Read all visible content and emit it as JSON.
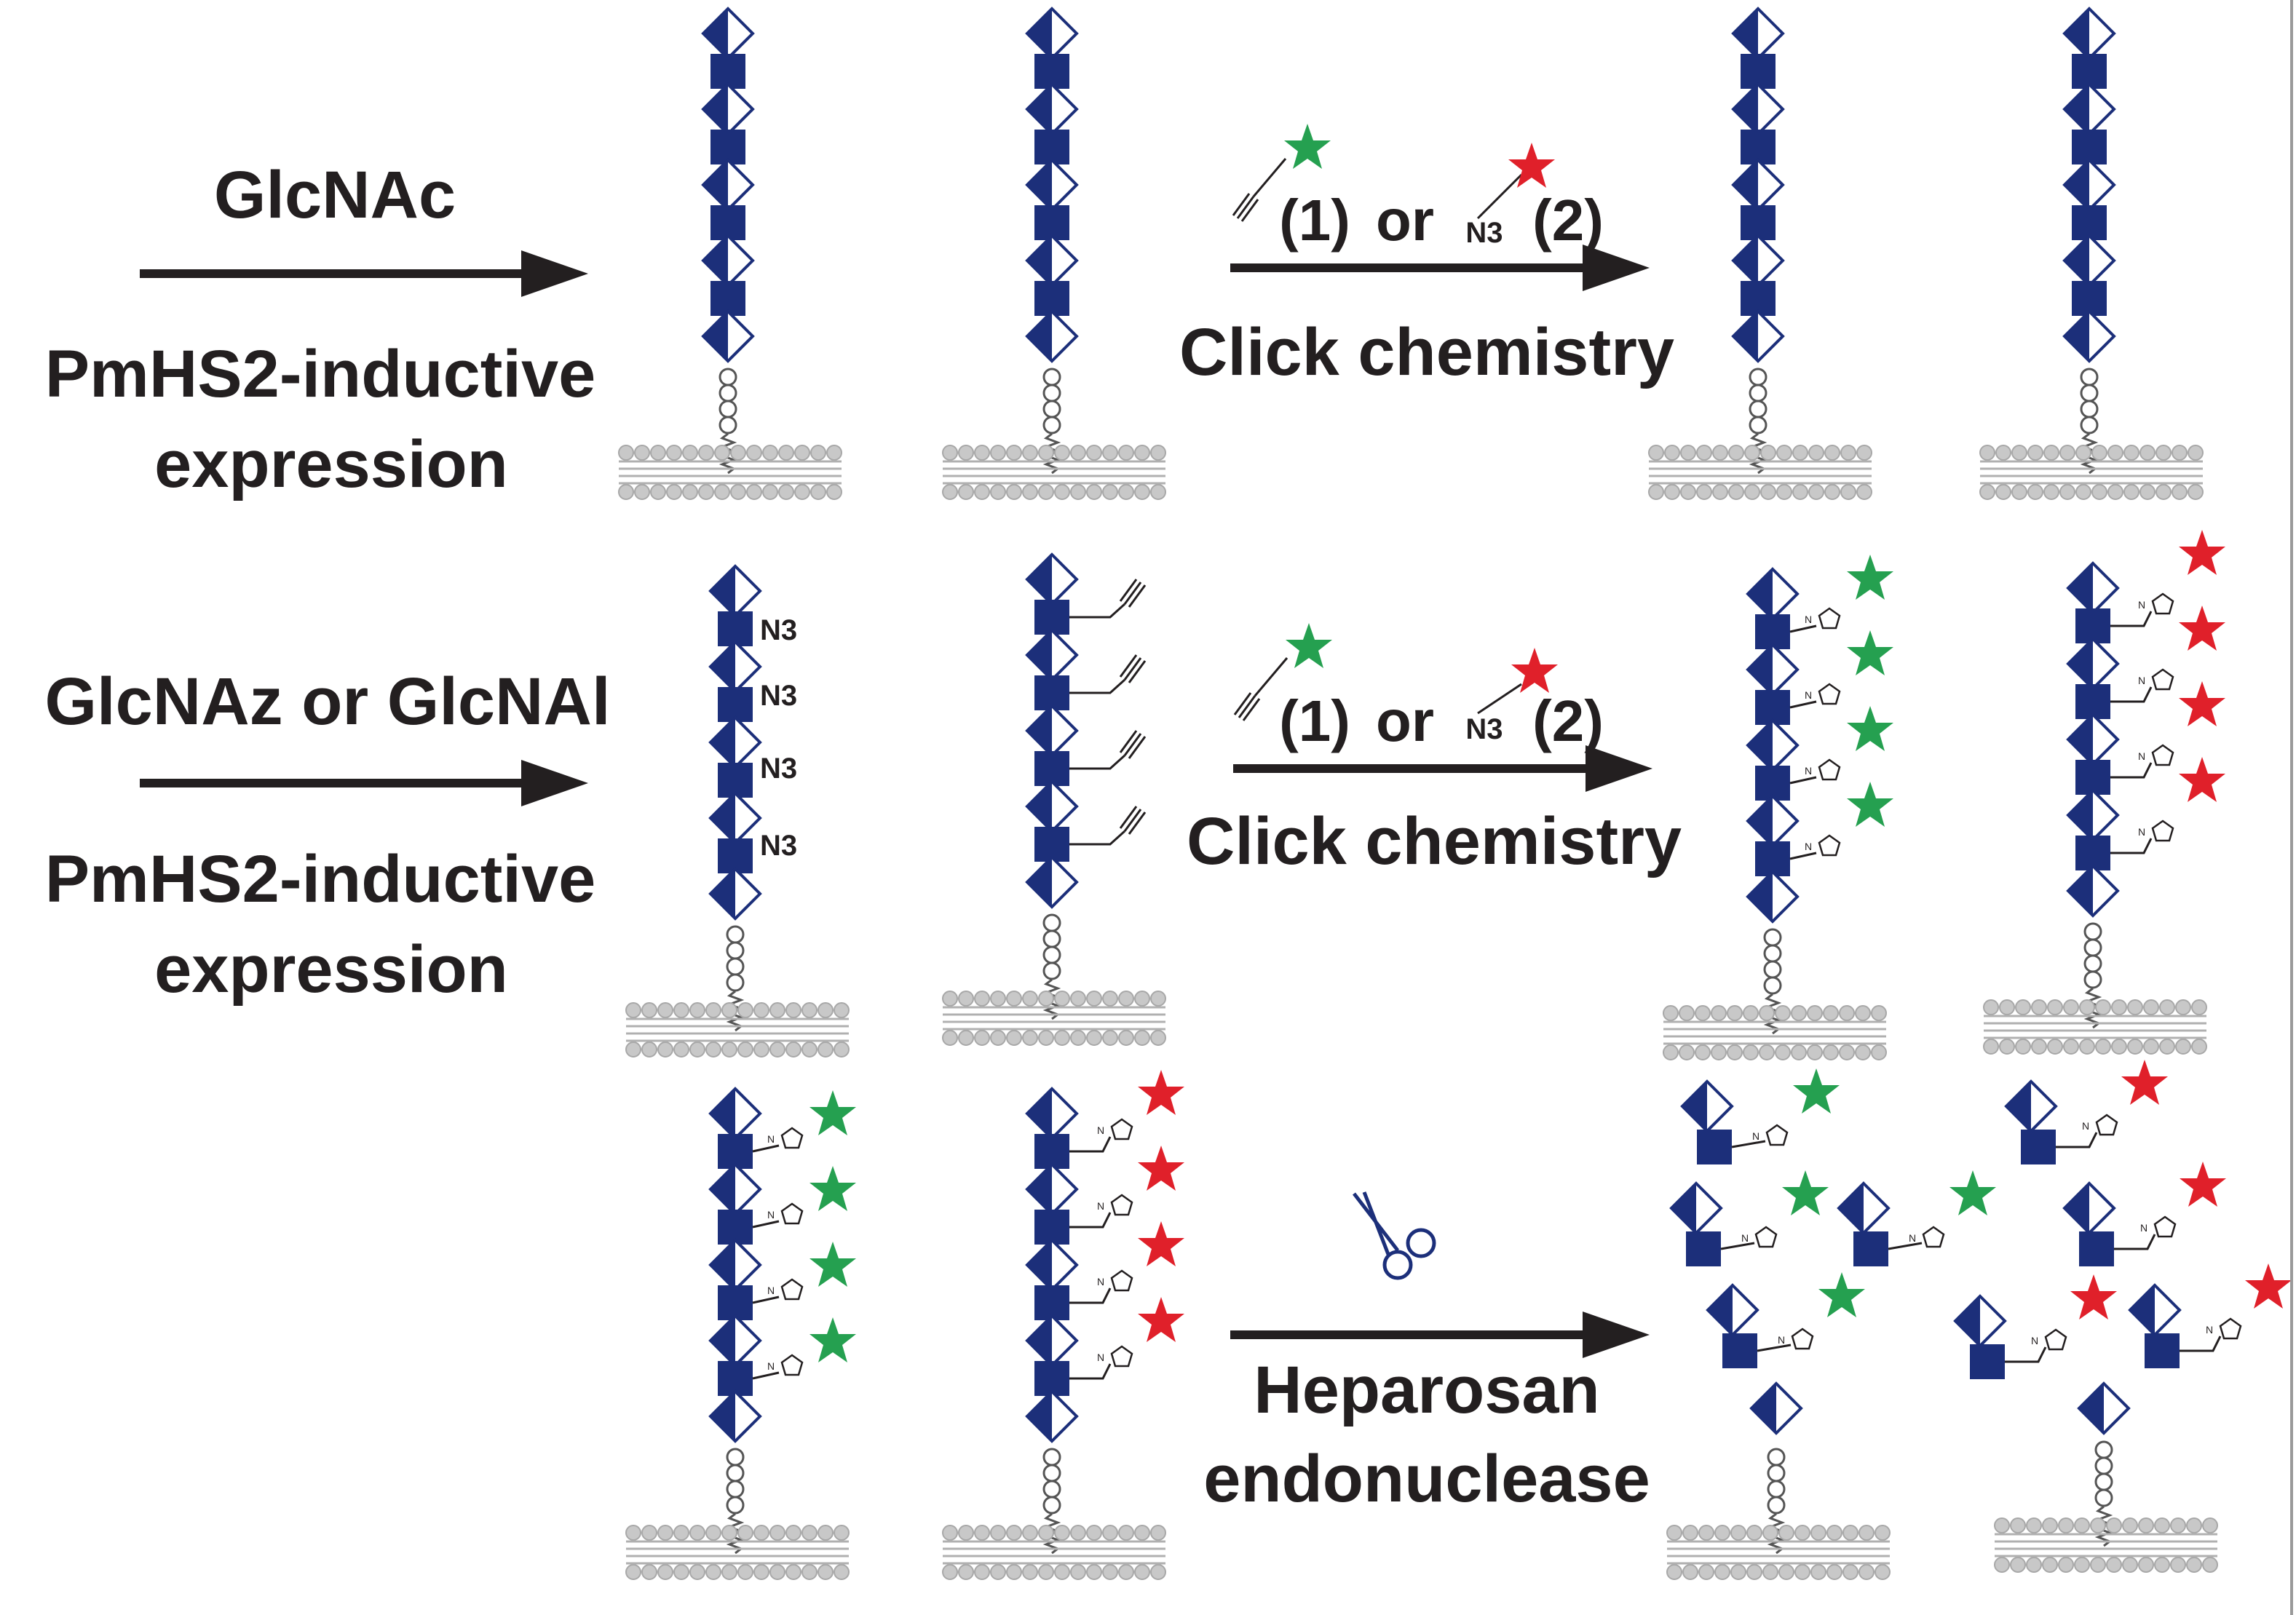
{
  "colors": {
    "glcnac_blue": "#1c2f7a",
    "star_green": "#25a050",
    "star_red": "#e0202a",
    "text": "#231f20",
    "membrane_grey": "#c8c8c8"
  },
  "row1": {
    "reagent": "GlcNAc",
    "condition_line1": "PmHS2-inductive",
    "condition_line2": "expression",
    "reaction_option1": "(1)",
    "reaction_or": "or",
    "reaction_azide": "N3",
    "reaction_option2": "(2)",
    "reaction_name": "Click chemistry"
  },
  "row2": {
    "reagent": "GlcNAz or GlcNAl",
    "condition_line1": "PmHS2-inductive",
    "condition_line2": "expression",
    "azide_label": "N3",
    "reaction_option1": "(1)",
    "reaction_or": "or",
    "reaction_azide": "N3",
    "reaction_option2": "(2)",
    "reaction_name": "Click chemistry"
  },
  "row3": {
    "enzyme_line1": "Heparosan",
    "enzyme_line2": "endonuclease"
  },
  "icons": [
    "glcnac-square-icon",
    "glca-diamond-icon",
    "green-star-icon",
    "red-star-icon",
    "triazole-icon",
    "alkyne-icon",
    "scissors-icon",
    "lipid-bilayer-icon"
  ]
}
